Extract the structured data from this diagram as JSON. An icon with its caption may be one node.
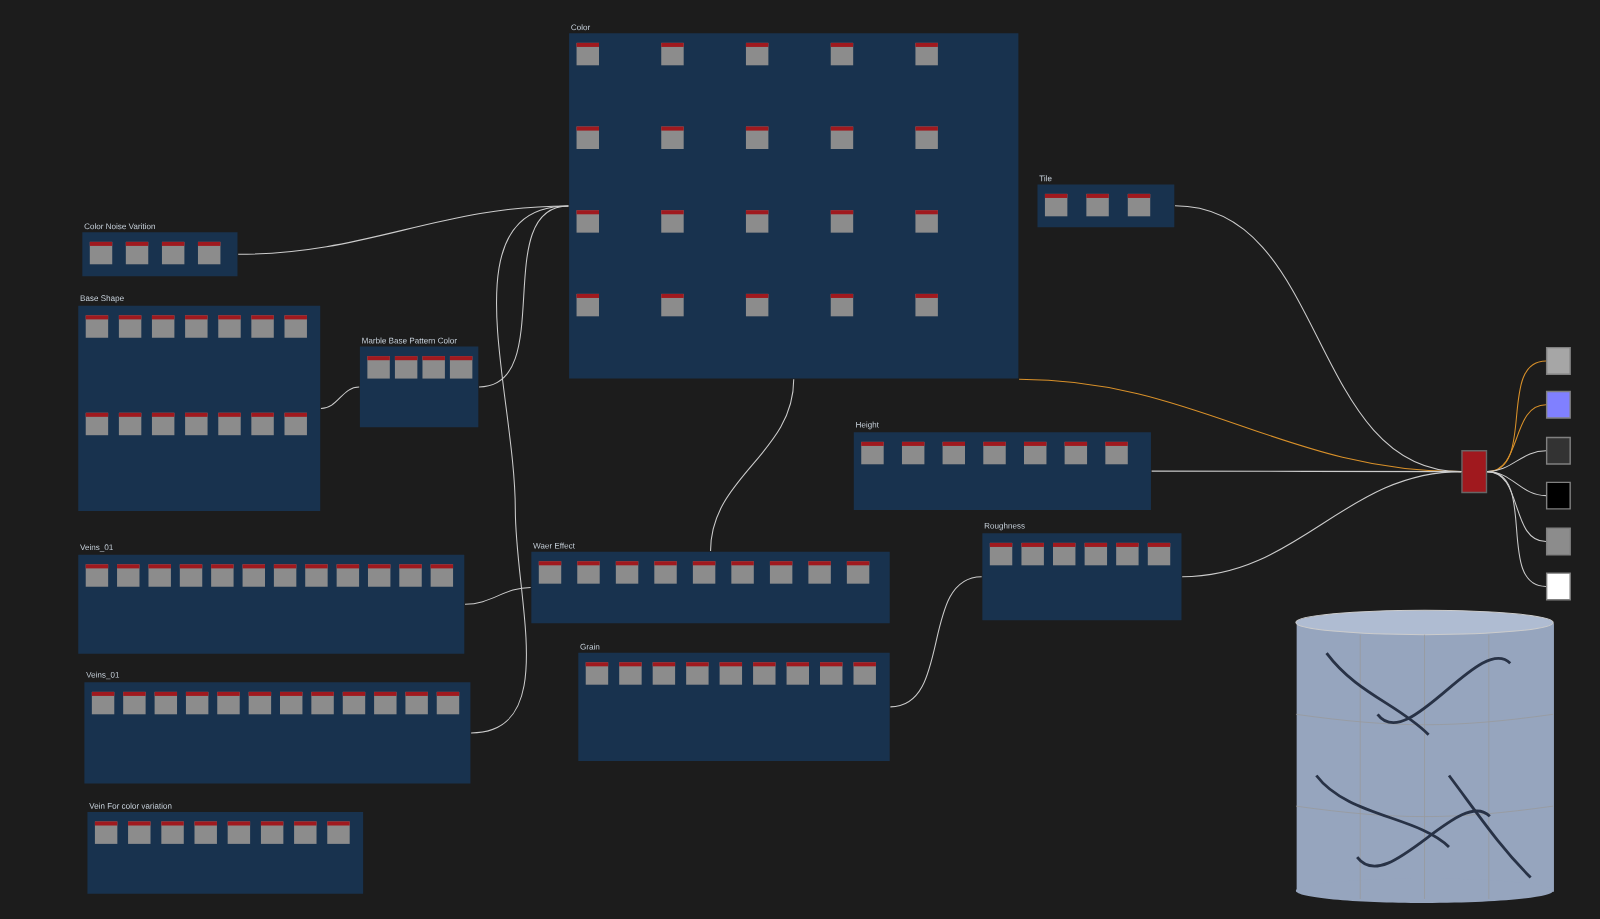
{
  "diagram": {
    "nodes": [
      {
        "text": [
          "Color"
        ]
      },
      {
        "text": [
          "Tile"
        ]
      },
      {
        "text": [
          "Color Noise Varition"
        ]
      },
      {
        "text": [
          "Base Shape"
        ]
      },
      {
        "text": [
          "Marble Base Pattern Color"
        ]
      },
      {
        "text": [
          "Height"
        ]
      },
      {
        "text": [
          "Roughness"
        ]
      },
      {
        "text": [
          "Veins_01"
        ]
      },
      {
        "text": [
          "Waer Effect"
        ]
      },
      {
        "text": [
          "Grain"
        ]
      },
      {
        "text": [
          "Veins_01"
        ]
      },
      {
        "text": [
          "Vein For color variation"
        ]
      },
      {
        "text": [],
        "shape": "box"
      },
      {
        "text": [],
        "shape": "box"
      },
      {
        "text": [],
        "shape": "box"
      },
      {
        "text": [],
        "shape": "box"
      },
      {
        "text": [],
        "shape": "box"
      },
      {
        "text": [],
        "shape": "box"
      },
      {
        "text": [],
        "shape": "box"
      },
      {
        "text": [],
        "shape": "picture"
      }
    ],
    "edges": [
      {
        "from": 2,
        "to": 0,
        "arrow": "none"
      },
      {
        "from": 3,
        "to": 4,
        "arrow": "none"
      },
      {
        "from": 4,
        "to": 0,
        "arrow": "none"
      },
      {
        "from": 7,
        "to": 8,
        "arrow": "none"
      },
      {
        "from": 8,
        "to": 0,
        "arrow": "none"
      },
      {
        "from": 10,
        "to": 0,
        "arrow": "none"
      },
      {
        "from": 0,
        "to": 12,
        "arrow": "none",
        "color": "#d9912a"
      },
      {
        "from": 1,
        "to": 12,
        "arrow": "none"
      },
      {
        "from": 5,
        "to": 12,
        "arrow": "none"
      },
      {
        "from": 9,
        "to": 6,
        "arrow": "none"
      },
      {
        "from": 6,
        "to": 12,
        "arrow": "none"
      },
      {
        "from": 12,
        "to": 13,
        "arrow": "none",
        "color": "#d9912a"
      },
      {
        "from": 12,
        "to": 14,
        "arrow": "none",
        "color": "#d9912a"
      },
      {
        "from": 12,
        "to": 15,
        "arrow": "none"
      },
      {
        "from": 12,
        "to": 16,
        "arrow": "none"
      },
      {
        "from": 12,
        "to": 17,
        "arrow": "none"
      },
      {
        "from": 12,
        "to": 18,
        "arrow": "none"
      }
    ]
  }
}
